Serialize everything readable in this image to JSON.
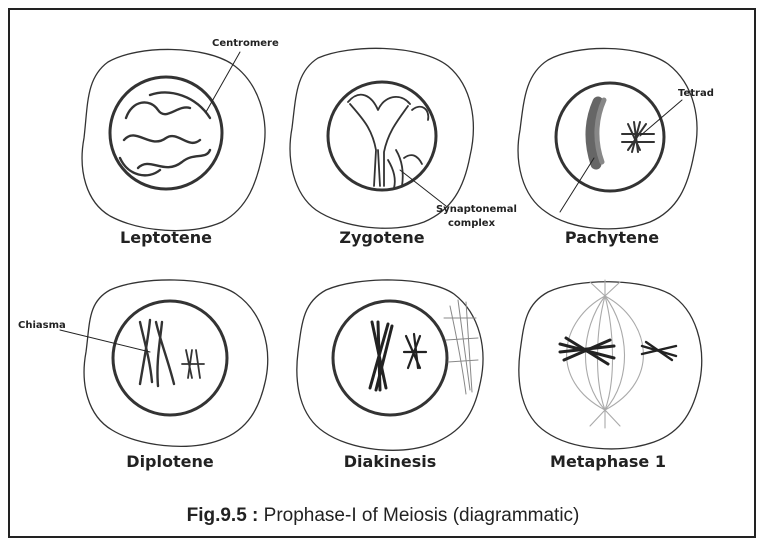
{
  "stages": [
    {
      "label": "Leptotene"
    },
    {
      "label": "Zygotene"
    },
    {
      "label": "Pachytene"
    },
    {
      "label": "Diplotene"
    },
    {
      "label": "Diakinesis"
    },
    {
      "label": "Metaphase 1"
    }
  ],
  "annotations": {
    "centromere": "Centromere",
    "synaptonemal_1": "Synaptonemal",
    "synaptonemal_2": "complex",
    "tetrad": "Tetrad",
    "chiasma": "Chiasma"
  },
  "caption": {
    "prefix": "Fig.9.5 :",
    "text": " Prophase-I of Meiosis (diagrammatic)"
  }
}
